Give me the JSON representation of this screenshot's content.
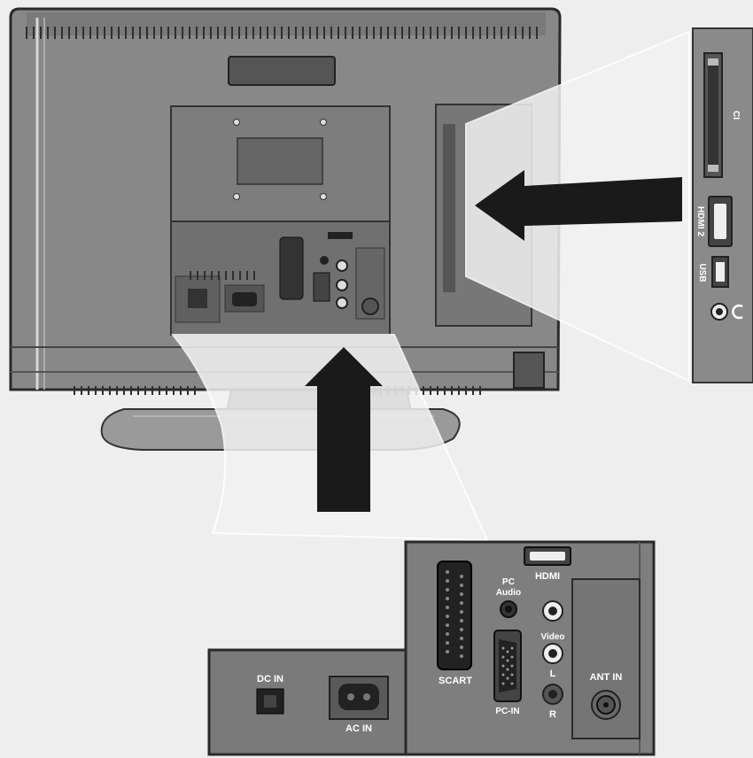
{
  "labels": {
    "dc_in": "DC IN",
    "ac_in": "AC IN",
    "scart": "SCART",
    "pc_audio_line1": "PC",
    "pc_audio_line2": "Audio",
    "hdmi": "HDMI",
    "video": "Video",
    "l": "L",
    "r": "R",
    "pc_in": "PC-IN",
    "ant_in": "ANT IN",
    "ci": "CI",
    "hdmi2": "HDMI 2",
    "usb": "USB"
  }
}
